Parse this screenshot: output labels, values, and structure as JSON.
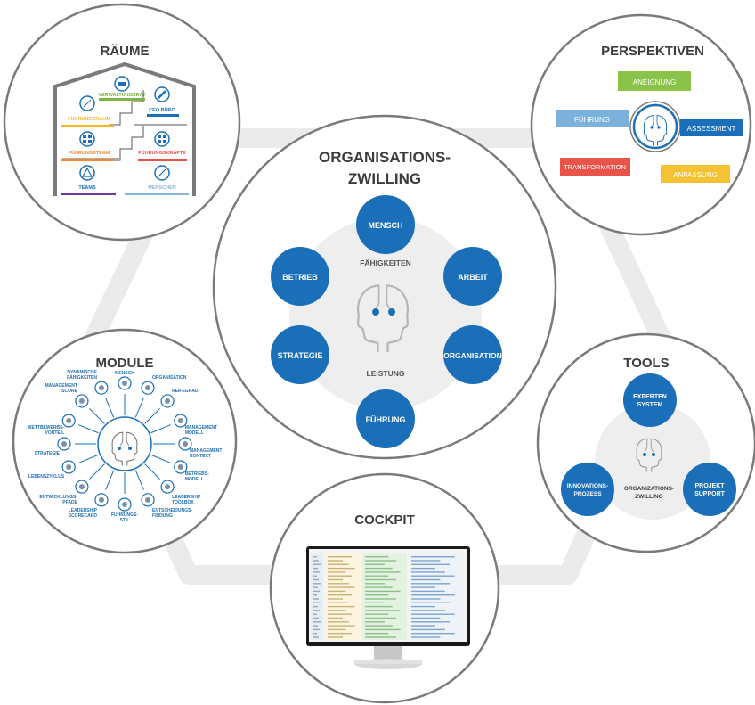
{
  "colors": {
    "blue": "#1a6fb8",
    "ring": "#7a7a7a",
    "connector": "#ebebeb",
    "inner": "#eeeeee",
    "text": "#3c3c3c"
  },
  "center": {
    "title_line1": "ORGANISATIONS-",
    "title_line2": "ZWILLING",
    "nodes": [
      "MENSCH",
      "ARBEIT",
      "ORGANISATION",
      "FÜHRUNG",
      "STRATEGIE",
      "BETRIEB"
    ],
    "label_top": "FÄHIGKEITEN",
    "label_bottom": "LEISTUNG",
    "icon": "head-profile-icon"
  },
  "raeume": {
    "title": "RÄUME",
    "rooms": [
      {
        "label": "VERWALTUNGSRAT",
        "color": "#7cb342",
        "icon": "meeting-icon"
      },
      {
        "label": "CEO BÜRO",
        "color": "#1a6fb8",
        "icon": "pen-icon"
      },
      {
        "label": "FÜHRUNGSRAUM",
        "color": "#f5b823",
        "icon": "compass-icon"
      },
      {
        "label": "FÜHRUNGSTEAM",
        "color": "#f18a3a",
        "icon": "grid-icon"
      },
      {
        "label": "FÜHRUNGSKRÄFTE",
        "color": "#e8534a",
        "icon": "grid-icon"
      },
      {
        "label": "TEAMS",
        "color": "#6a3d9a",
        "icon": "triangle-icon"
      },
      {
        "label": "MENSCHEN",
        "color": "#8ab4d9",
        "icon": "person-icon"
      }
    ]
  },
  "perspektiven": {
    "title": "PERSPEKTIVEN",
    "tags": [
      {
        "label": "ANEIGNUNG",
        "color": "#8bc34a"
      },
      {
        "label": "FÜHRUNG",
        "color": "#7ab2dc"
      },
      {
        "label": "ASSESSMENT",
        "color": "#1a6fb8"
      },
      {
        "label": "TRANSFORMATION",
        "color": "#e8534a"
      },
      {
        "label": "ANPASSUNG",
        "color": "#f5c331"
      }
    ]
  },
  "module": {
    "title": "MODULE",
    "items": [
      {
        "l1": "MENSCH",
        "l2": ""
      },
      {
        "l1": "ORGANISATION",
        "l2": ""
      },
      {
        "l1": "REIFEGRAD",
        "l2": ""
      },
      {
        "l1": "MANAGEMENT",
        "l2": "MODELL"
      },
      {
        "l1": "MANAGEMENT",
        "l2": "KONTEXT"
      },
      {
        "l1": "BETRIEBS-",
        "l2": "MODELL"
      },
      {
        "l1": "LEADERSHIP",
        "l2": "TOOLBOX"
      },
      {
        "l1": "ENTSCHEIDUNGS-",
        "l2": "FINDUNG"
      },
      {
        "l1": "FÜHRUNGS-",
        "l2": "STIL"
      },
      {
        "l1": "LEADERSHIP",
        "l2": "SCORECARD"
      },
      {
        "l1": "ENTWICKLUNGS-",
        "l2": "PFADE"
      },
      {
        "l1": "LEBENSZYKLUS",
        "l2": ""
      },
      {
        "l1": "STRATEGIE",
        "l2": ""
      },
      {
        "l1": "WETTBEWERBS-",
        "l2": "VORTEIL"
      },
      {
        "l1": "MANAGEMENT",
        "l2": "SCORE"
      },
      {
        "l1": "DYNAMISCHE",
        "l2": "FÄHIGKEITEN"
      }
    ]
  },
  "tools": {
    "title": "TOOLS",
    "nodes": [
      {
        "l1": "EXPERTEN",
        "l2": "SYSTEM"
      },
      {
        "l1": "INNOVATIONS-",
        "l2": "PROZESS"
      },
      {
        "l1": "PROJEKT",
        "l2": "SUPPORT"
      }
    ],
    "center_l1": "ORGANIZATIONS-",
    "center_l2": "ZWILLING"
  },
  "cockpit": {
    "title": "COCKPIT",
    "screen": "dashboard-screenshot"
  }
}
